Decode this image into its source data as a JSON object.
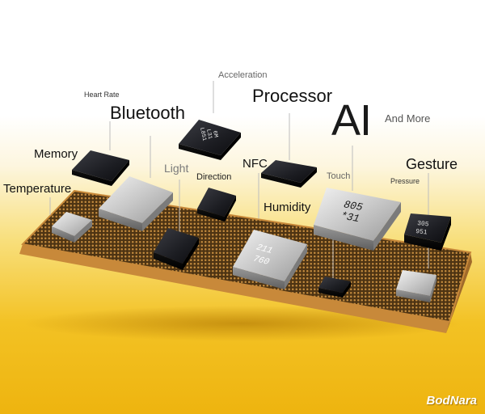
{
  "labels": {
    "heart_rate": "Heart Rate",
    "acceleration": "Acceleration",
    "bluetooth": "Bluetooth",
    "processor": "Processor",
    "ai": "AI",
    "and_more": "And More",
    "memory": "Memory",
    "light": "Light",
    "direction": "Direction",
    "nfc": "NFC",
    "touch": "Touch",
    "gesture": "Gesture",
    "pressure": "Pressure",
    "temperature": "Temperature",
    "humidity": "Humidity"
  },
  "chip_markings": {
    "acceleration_chip": [
      "L851",
      "L31",
      "6M"
    ],
    "touch_chip": [
      "805",
      "*31"
    ],
    "humidity_chip": [
      "211",
      "760"
    ],
    "pressure_chip": [
      "305",
      "951"
    ]
  },
  "watermark": "BodNara",
  "colors": {
    "background_top": "#ffffff",
    "background_bottom": "#eeb40f",
    "board": "#6b4a1c",
    "board_edge": "#c8893a",
    "chip_dark": "#1a1a1c",
    "chip_silver": "#c9c9c9"
  }
}
